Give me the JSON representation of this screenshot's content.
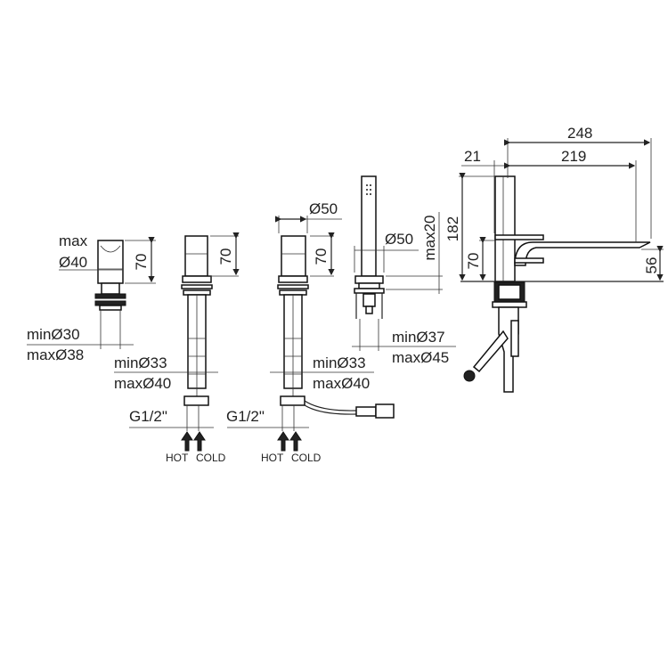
{
  "components": {
    "handle_small": {
      "label_max": "max",
      "label_dia": "Ø40",
      "height": "70",
      "min": "minØ30",
      "max": "maxØ38"
    },
    "valve_hot": {
      "height": "70",
      "min": "minØ33",
      "max": "maxØ40",
      "thread": "G1/2\"",
      "hot": "HOT",
      "cold": "COLD"
    },
    "valve_cold": {
      "diameter": "Ø50",
      "height": "70",
      "min": "minØ33",
      "max": "maxØ40",
      "thread": "G1/2\"",
      "hot": "HOT",
      "cold": "COLD"
    },
    "hand_shower": {
      "diameter": "Ø50",
      "max_thickness": "max20",
      "min": "minØ37",
      "max": "maxØ45"
    },
    "spout": {
      "total_reach": "248",
      "offset": "21",
      "reach": "219",
      "height": "182",
      "lever_height": "70",
      "outlet_height": "56"
    }
  }
}
